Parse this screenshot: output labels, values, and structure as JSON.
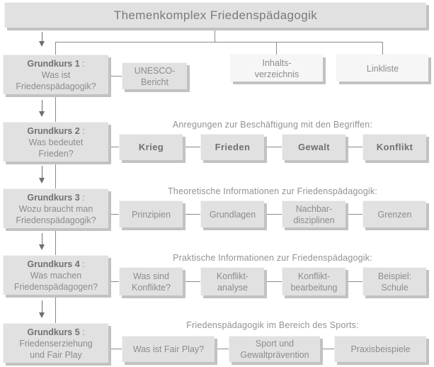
{
  "title": "Themenkomplex Friedenspädagogik",
  "colors": {
    "box_fill": "#e1e1e1",
    "light_box_fill": "#f6f6f6",
    "shadow": "#c2c2c2",
    "line": "#8a8a8a",
    "arrow": "#6e6e6e",
    "text": "#8c8c8c",
    "bold_text": "#707070",
    "title_text": "#7a7a7a",
    "background": "#ffffff"
  },
  "header_links": [
    {
      "label": "Inhalts-\nverzeichnis"
    },
    {
      "label": "Linkliste"
    }
  ],
  "rows": [
    {
      "course": {
        "name": "Grundkurs 1",
        "colon": " :",
        "subtitle": "Was ist\nFriedenspädagogik?"
      },
      "heading": "",
      "items": [
        {
          "label": "UNESCO-\nBericht"
        }
      ]
    },
    {
      "course": {
        "name": "Grundkurs 2",
        "colon": " :",
        "subtitle": "Was bedeutet\nFrieden?"
      },
      "heading": "Anregungen zur Beschäftigung mit den Begriffen:",
      "items": [
        {
          "label": "Krieg"
        },
        {
          "label": "Frieden"
        },
        {
          "label": "Gewalt"
        },
        {
          "label": "Konflikt"
        }
      ]
    },
    {
      "course": {
        "name": "Grundkurs 3",
        "colon": " :",
        "subtitle": "Wozu braucht man\nFriedenspädagogik?"
      },
      "heading": "Theoretische Informationen zur Friedenspädagogik:",
      "items": [
        {
          "label": "Prinzipien"
        },
        {
          "label": "Grundlagen"
        },
        {
          "label": "Nachbar-\ndisziplinen"
        },
        {
          "label": "Grenzen"
        }
      ]
    },
    {
      "course": {
        "name": "Grundkurs 4",
        "colon": " :",
        "subtitle": "Was machen\nFriedenspädagogen?"
      },
      "heading": "Praktische Informationen zur Friedenspädagogik:",
      "items": [
        {
          "label": "Was sind\nKonflikte?"
        },
        {
          "label": "Konflikt-\nanalyse"
        },
        {
          "label": "Konflikt-\nbearbeitung"
        },
        {
          "label": "Beispiel:\nSchule"
        }
      ]
    },
    {
      "course": {
        "name": "Grundkurs 5",
        "colon": " :",
        "subtitle": "Friedenserziehung\nund Fair Play"
      },
      "heading": "Friedenspädagogik im Bereich des Sports:",
      "items": [
        {
          "label": "Was ist Fair Play?"
        },
        {
          "label": "Sport und\nGewaltprävention"
        },
        {
          "label": "Praxisbeispiele"
        }
      ]
    }
  ]
}
